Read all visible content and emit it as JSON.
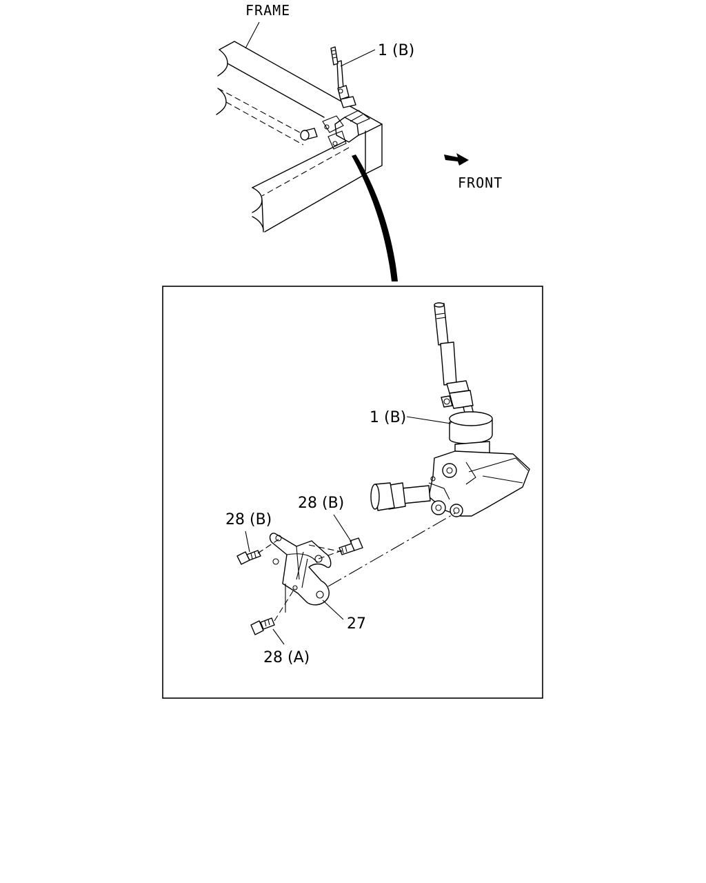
{
  "labels": {
    "frame": "FRAME",
    "front": "FRONT",
    "part_1b_top": "1 (B)",
    "part_1b_detail": "1 (B)",
    "part_28b_left": "28 (B)",
    "part_28b_right": "28 (B)",
    "part_27": "27",
    "part_28a": "28 (A)"
  }
}
